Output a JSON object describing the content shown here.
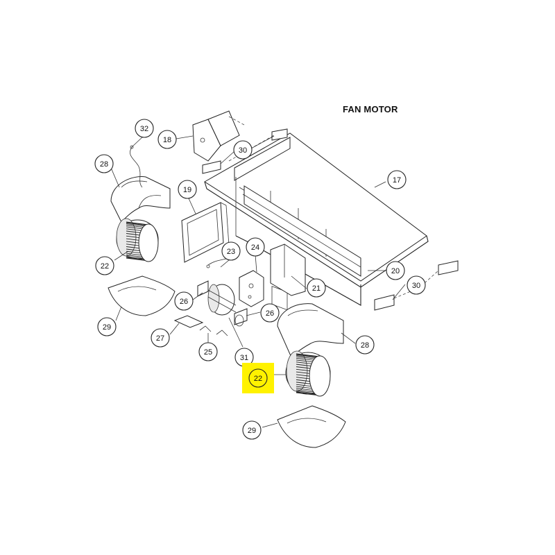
{
  "title": "FAN MOTOR",
  "highlight_color": "#fff200",
  "callouts": [
    {
      "id": "c32",
      "label": "32"
    },
    {
      "id": "c18",
      "label": "18"
    },
    {
      "id": "c30a",
      "label": "30"
    },
    {
      "id": "c28a",
      "label": "28"
    },
    {
      "id": "c17",
      "label": "17"
    },
    {
      "id": "c19",
      "label": "19"
    },
    {
      "id": "c23",
      "label": "23"
    },
    {
      "id": "c24",
      "label": "24"
    },
    {
      "id": "c22a",
      "label": "22"
    },
    {
      "id": "c20",
      "label": "20"
    },
    {
      "id": "c30b",
      "label": "30"
    },
    {
      "id": "c21",
      "label": "21"
    },
    {
      "id": "c26a",
      "label": "26"
    },
    {
      "id": "c26b",
      "label": "26"
    },
    {
      "id": "c29a",
      "label": "29"
    },
    {
      "id": "c27",
      "label": "27"
    },
    {
      "id": "c28b",
      "label": "28"
    },
    {
      "id": "c25",
      "label": "25"
    },
    {
      "id": "c31",
      "label": "31"
    },
    {
      "id": "c22b",
      "label": "22",
      "highlighted": true
    },
    {
      "id": "c29b",
      "label": "29"
    }
  ]
}
